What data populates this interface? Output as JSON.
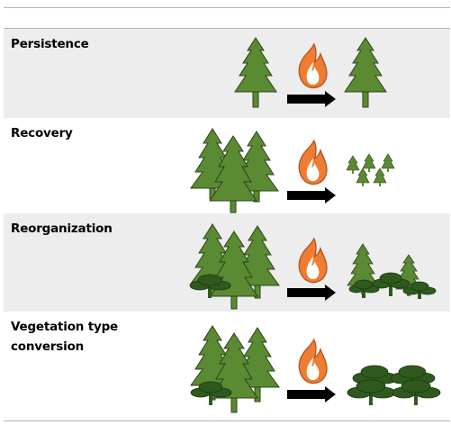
{
  "rows": [
    {
      "label": "Persistence"
    },
    {
      "label": "Recovery"
    },
    {
      "label": "Reorganization"
    },
    {
      "label_lines": [
        "Vegetation type",
        "conversion"
      ]
    }
  ],
  "colors": {
    "conifer_fill": "#5a8a32",
    "conifer_stroke": "#2c4418",
    "broadleaf_fill": "#2f5a1e",
    "flame_fill": "#ee7d31",
    "flame_stroke": "#b5501c",
    "arrow": "#000000",
    "row_shade": "#ededed",
    "divider": "#b3b3b3"
  },
  "icons": [
    "conifer-tree-icon",
    "fire-icon",
    "arrow-right-icon",
    "broadleaf-tree-icon"
  ]
}
